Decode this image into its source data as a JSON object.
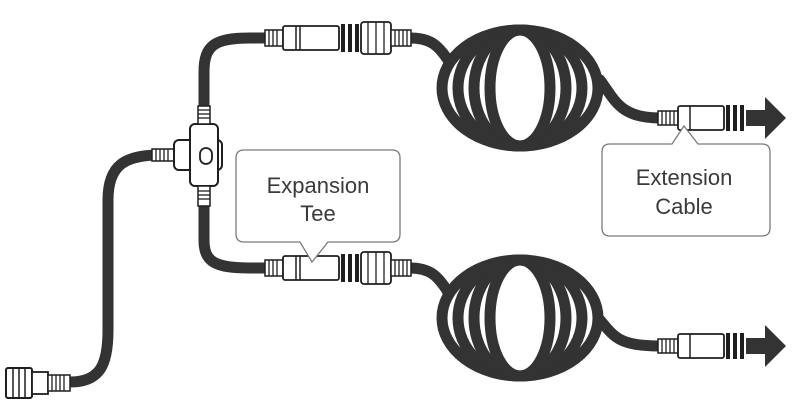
{
  "callouts": {
    "expansion_tee": {
      "line1": "Expansion",
      "line2": "Tee"
    },
    "extension_cable": {
      "line1": "Extension",
      "line2": "Cable"
    }
  },
  "colors": {
    "cable": "#333333",
    "outline": "#1f1f1f",
    "connector_fill": "#ffffff",
    "callout_border": "#7a7a7a",
    "text": "#3a3a3a"
  },
  "icons": {
    "arrow_top": "arrow-right-icon",
    "arrow_bottom": "arrow-right-icon"
  }
}
